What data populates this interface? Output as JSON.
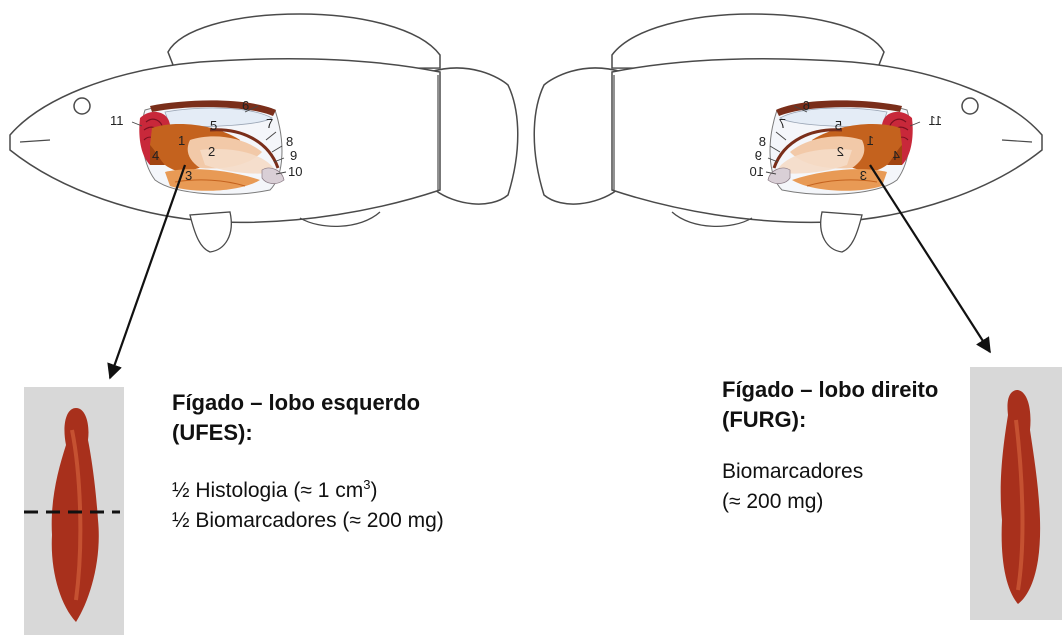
{
  "colors": {
    "outline": "#4a4a4a",
    "liver": "#c4621e",
    "liver_light": "#e89a55",
    "heart": "#c8283a",
    "pale_organ": "#f2c9a8",
    "gonad": "#f5dcc6",
    "bladder": "#e4ecf6",
    "kidney": "#7a2e1a",
    "tissue": "#a8301c",
    "tissue_highlight": "#d9673f",
    "backdrop": "#d8d8d8"
  },
  "left_fish": {
    "organ_labels": [
      "1",
      "2",
      "3",
      "4",
      "5",
      "6",
      "7",
      "8",
      "9",
      "10",
      "11"
    ]
  },
  "right_fish": {
    "organ_labels": [
      "1",
      "2",
      "3",
      "4",
      "5",
      "6",
      "7",
      "8",
      "9",
      "10",
      "11"
    ]
  },
  "left_caption": {
    "title_line1": "Fígado – lobo esquerdo",
    "title_line2": "(UFES):",
    "line1_text": "½ Histologia (≈ 1 cm",
    "line1_sup": "3",
    "line1_close": ")",
    "line2": "½ Biomarcadores (≈ 200 mg)"
  },
  "right_caption": {
    "title_line1": "Fígado – lobo direito",
    "title_line2": "(FURG):",
    "line1": "Biomarcadores",
    "line2": "(≈ 200 mg)"
  }
}
